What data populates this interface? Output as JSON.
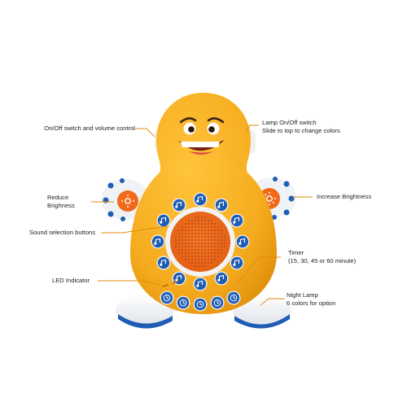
{
  "labels": {
    "power_volume": "On/Off switch and volume control",
    "lamp_switch": [
      "Lamp On/Off switch",
      "Slide to top to change colors"
    ],
    "reduce_brightness": [
      "Reduce",
      "Brighness"
    ],
    "increase_brightness": "Increase Brightness",
    "sound_buttons": "Sound selection buttons",
    "timer": [
      "Timer",
      "(15, 30, 45 or 60 minute)"
    ],
    "led_indicator": "LED Indicator",
    "night_lamp": [
      "Night Lamp",
      "6 colors for option"
    ]
  },
  "colors": {
    "body": "#f5ab1e",
    "body_shadow": "#e08e0c",
    "speaker": "#f06b1c",
    "button_blue": "#1f5db4",
    "arm_button": "#f06a1a",
    "arm_shell": "#f0f3f5",
    "arm_dots": "#1f5db4",
    "feet_trim": "#1f5db4",
    "leader_line": "#e08e0c"
  },
  "icons": {
    "sound_buttons": [
      "music-note-icon",
      "bell-icon",
      "wave-icon",
      "music-note-icon",
      "bird-icon",
      "train-icon",
      "lullaby-icon",
      "dog-icon",
      "rain-icon",
      "fire-icon",
      "heart-icon",
      "play-icon"
    ],
    "timer_buttons": [
      "clock-icon",
      "clock-icon",
      "clock-icon",
      "clock-icon",
      "clock-icon"
    ]
  }
}
